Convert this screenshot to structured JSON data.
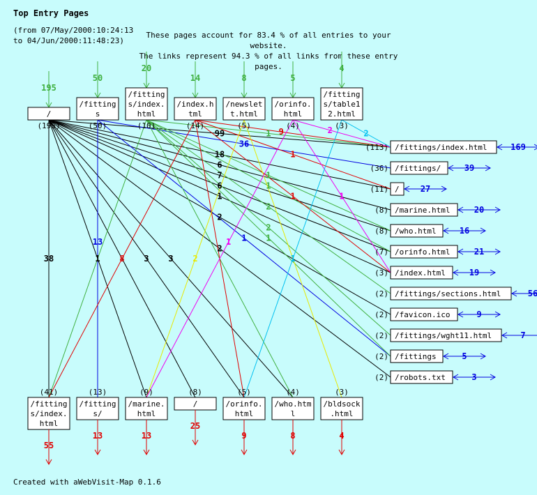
{
  "title": "Top Entry Pages",
  "range_line1": "(from 07/May/2000:10:24:13",
  "range_line2": "to 04/Jun/2000:11:48:23)",
  "summary_line1": "These pages account for 83.4 % of all entries to your website.",
  "summary_line2": "The links represent 94.3 % of all links from these entry pages.",
  "footer": "Created with aWebVisit-Map 0.1.6",
  "colors": {
    "background": "#c8fcfc",
    "entry": "#40b040",
    "exit": "#e00000",
    "transit": "#0000e0"
  },
  "entry_pages": [
    {
      "lines": [
        "/"
      ],
      "entries": "195",
      "count": "(195)",
      "color": "#000000"
    },
    {
      "lines": [
        "/fitting",
        "s"
      ],
      "entries": "50",
      "count": "(50)",
      "color": "#0000e0"
    },
    {
      "lines": [
        "/fitting",
        "s/index.",
        "html"
      ],
      "entries": "20",
      "count": "(10)",
      "color": "#40b040"
    },
    {
      "lines": [
        "/index.h",
        "tml"
      ],
      "entries": "14",
      "count": "(14)",
      "color": "#e00000"
    },
    {
      "lines": [
        "/newslet",
        "t.html"
      ],
      "entries": "8",
      "count": "(5)",
      "color": "#e8e800"
    },
    {
      "lines": [
        "/orinfo.",
        "html"
      ],
      "entries": "5",
      "count": "(4)",
      "color": "#f000f0"
    },
    {
      "lines": [
        "/fitting",
        "s/table1",
        "2.html"
      ],
      "entries": "4",
      "count": "(3)",
      "color": "#00c0f0"
    }
  ],
  "second_pages": [
    {
      "label": "/fittings/index.html",
      "count": "(113)",
      "onward": "169"
    },
    {
      "label": "/fittings/",
      "count": "(36)",
      "onward": "39"
    },
    {
      "label": "/",
      "count": "(11)",
      "onward": "27"
    },
    {
      "label": "/marine.html",
      "count": "(8)",
      "onward": "20"
    },
    {
      "label": "/who.html",
      "count": "(8)",
      "onward": "16"
    },
    {
      "label": "/orinfo.html",
      "count": "(7)",
      "onward": "21"
    },
    {
      "label": "/index.html",
      "count": "(3)",
      "onward": "19"
    },
    {
      "label": "/fittings/sections.html",
      "count": "(2)",
      "onward": "56"
    },
    {
      "label": "/favicon.ico",
      "count": "(2)",
      "onward": "9"
    },
    {
      "label": "/fittings/wght11.html",
      "count": "(2)",
      "onward": "7"
    },
    {
      "label": "/fittings",
      "count": "(2)",
      "onward": "5"
    },
    {
      "label": "/robots.txt",
      "count": "(2)",
      "onward": "3"
    }
  ],
  "bottom_pages": [
    {
      "lines": [
        "/fitting",
        "s/index.",
        "html"
      ],
      "count": "(41)",
      "exits": "55"
    },
    {
      "lines": [
        "/fitting",
        "s/"
      ],
      "count": "(13)",
      "exits": "13"
    },
    {
      "lines": [
        "/marine.",
        "html"
      ],
      "count": "(9)",
      "exits": "13"
    },
    {
      "lines": [
        "/"
      ],
      "count": "(8)",
      "exits": "25"
    },
    {
      "lines": [
        "/orinfo.",
        "html"
      ],
      "count": "(5)",
      "exits": "9"
    },
    {
      "lines": [
        "/who.htm",
        "l"
      ],
      "count": "(4)",
      "exits": "8"
    },
    {
      "lines": [
        "/bldsock",
        ".html"
      ],
      "count": "(3)",
      "exits": "4"
    }
  ],
  "links": [
    {
      "from": 0,
      "to": "r0",
      "count": "99"
    },
    {
      "from": 0,
      "to": "r2",
      "count": "18"
    },
    {
      "from": 0,
      "to": "r3",
      "count": "6"
    },
    {
      "from": 0,
      "to": "r4",
      "count": "7"
    },
    {
      "from": 0,
      "to": "r5",
      "count": "6"
    },
    {
      "from": 0,
      "to": "r6",
      "count": "1"
    },
    {
      "from": 0,
      "to": "r8",
      "count": "2"
    },
    {
      "from": 0,
      "to": "r11",
      "count": "2"
    },
    {
      "from": 0,
      "to": "b0",
      "count": "38"
    },
    {
      "from": 0,
      "to": "b2",
      "count": "1"
    },
    {
      "from": 0,
      "to": "b3",
      "count": ""
    },
    {
      "from": 0,
      "to": "b4",
      "count": "3"
    },
    {
      "from": 0,
      "to": "b5",
      "count": "3"
    },
    {
      "from": 1,
      "to": "r1",
      "count": "36"
    },
    {
      "from": 1,
      "to": "r10",
      "count": "1"
    },
    {
      "from": 1,
      "to": "b1",
      "count": "13"
    },
    {
      "from": 2,
      "to": "r0",
      "count": "1"
    },
    {
      "from": 2,
      "to": "r4",
      "count": "1"
    },
    {
      "from": 2,
      "to": "r5",
      "count": "1"
    },
    {
      "from": 2,
      "to": "r7",
      "count": "2"
    },
    {
      "from": 2,
      "to": "r9",
      "count": "2"
    },
    {
      "from": 2,
      "to": "r10",
      "count": "1"
    },
    {
      "from": 2,
      "to": "b0",
      "count": ""
    },
    {
      "from": 2,
      "to": "b5",
      "count": ""
    },
    {
      "from": 3,
      "to": "r0",
      "count": "9"
    },
    {
      "from": 3,
      "to": "r2",
      "count": "1"
    },
    {
      "from": 3,
      "to": "r6",
      "count": "1"
    },
    {
      "from": 3,
      "to": "b0",
      "count": "8"
    },
    {
      "from": 3,
      "to": "b4",
      "count": ""
    },
    {
      "from": 4,
      "to": "b2",
      "count": "2"
    },
    {
      "from": 4,
      "to": "b6",
      "count": ""
    },
    {
      "from": 5,
      "to": "r0",
      "count": "2"
    },
    {
      "from": 5,
      "to": "r6",
      "count": "1"
    },
    {
      "from": 5,
      "to": "b2",
      "count": "1"
    },
    {
      "from": 6,
      "to": "r0",
      "count": "2"
    },
    {
      "from": 6,
      "to": "b4",
      "count": "1"
    }
  ]
}
